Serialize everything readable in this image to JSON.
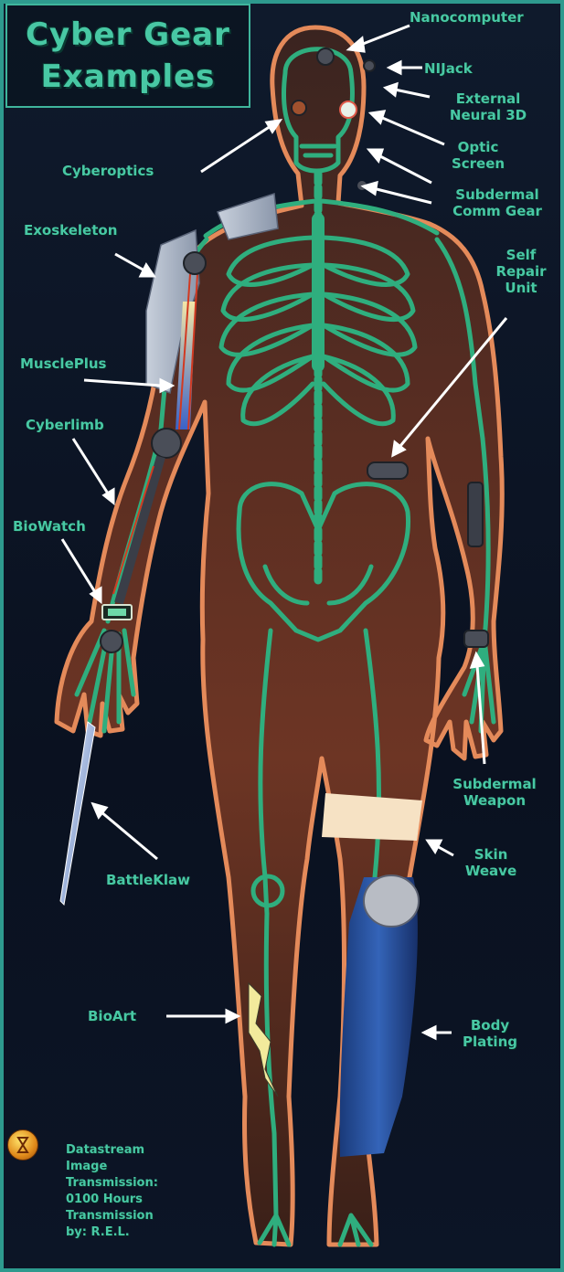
{
  "title": {
    "line1": "Cyber Gear",
    "line2": "Examples"
  },
  "labels": {
    "nanocomputer": "Nanocomputer",
    "nijack": "NIJack",
    "external_neural": [
      "External",
      "Neural 3D"
    ],
    "optic_screen": [
      "Optic",
      "Screen"
    ],
    "subdermal_comm": [
      "Subdermal",
      "Comm Gear"
    ],
    "cyberoptics": "Cyberoptics",
    "exoskeleton": "Exoskeleton",
    "self_repair": [
      "Self",
      "Repair",
      "Unit"
    ],
    "muscleplus": "MusclePlus",
    "cyberlimb": "Cyberlimb",
    "biowatch": "BioWatch",
    "subdermal_weapon": [
      "Subdermal",
      "Weapon"
    ],
    "battleklaw": "BattleKlaw",
    "skin_weave": [
      "Skin",
      "Weave"
    ],
    "bioart": "BioArt",
    "body_plating": [
      "Body",
      "Plating"
    ]
  },
  "credits": [
    "Datastream",
    "Image",
    "Transmission:",
    "0100 Hours",
    "Transmission",
    "by:  R.E.L."
  ],
  "colors": {
    "background": "#0c1422",
    "label": "#48c8a4",
    "skeleton": "#2fae7e",
    "outline": "#e48a5a",
    "skin": "#6a3424",
    "plating": "#2a56a8"
  },
  "icons": {
    "logo": "hourglass-logo-icon"
  }
}
